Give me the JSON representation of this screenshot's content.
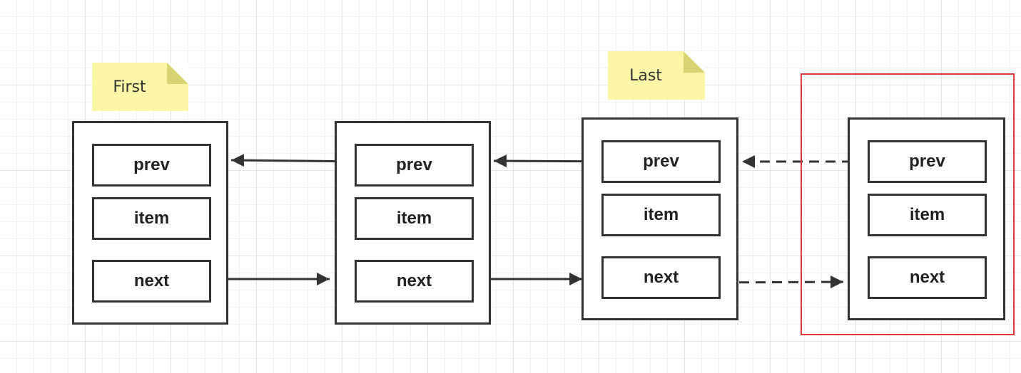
{
  "notes": {
    "first": "First",
    "last": "Last"
  },
  "nodes": [
    {
      "prev": "prev",
      "item": "item",
      "next": "next"
    },
    {
      "prev": "prev",
      "item": "item",
      "next": "next"
    },
    {
      "prev": "prev",
      "item": "item",
      "next": "next"
    },
    {
      "prev": "prev",
      "item": "item",
      "next": "next"
    }
  ],
  "colors": {
    "stroke": "#333333",
    "note": "#fbf7a6",
    "highlight": "#e0373c"
  }
}
